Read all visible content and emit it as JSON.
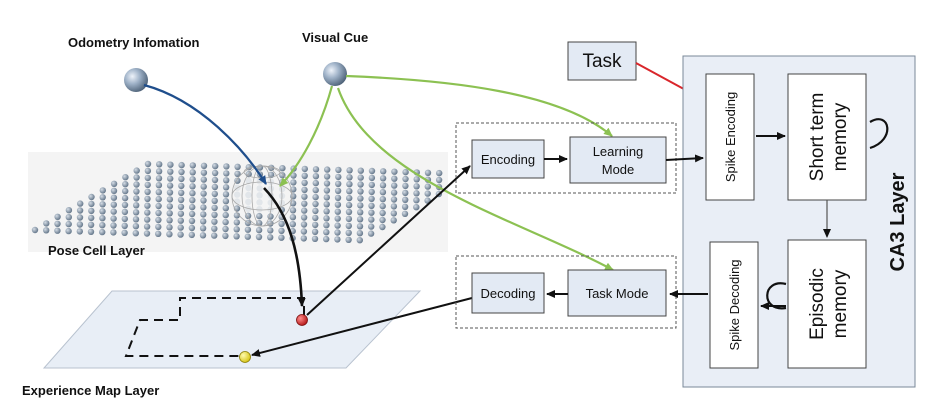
{
  "labels": {
    "odometry": "Odometry Infomation",
    "visual_cue": "Visual Cue",
    "pose_cell_layer": "Pose Cell Layer",
    "experience_map_layer": "Experience Map Layer",
    "task": "Task",
    "ca3_layer": "CA3 Layer"
  },
  "boxes": {
    "encoding": "Encoding",
    "learning_mode_1": "Learning",
    "learning_mode_2": "Mode",
    "decoding": "Decoding",
    "task_mode": "Task Mode",
    "spike_encoding": "Spike Encoding",
    "spike_decoding": "Spike Decoding",
    "short_term_memory_1": "Short term",
    "short_term_memory_2": "memory",
    "episodic_memory_1": "Episodic",
    "episodic_memory_2": "memory"
  },
  "colors": {
    "box_fill": "#e3eaf4",
    "ca3_panel_fill": "#e9eef6",
    "odometry_arrow": "#1f4e8c",
    "visual_cue_arrow": "#8cc152",
    "task_arrow": "#d9262b",
    "experience_node_red": "#d92b2b",
    "experience_node_yellow": "#f1e21c"
  }
}
